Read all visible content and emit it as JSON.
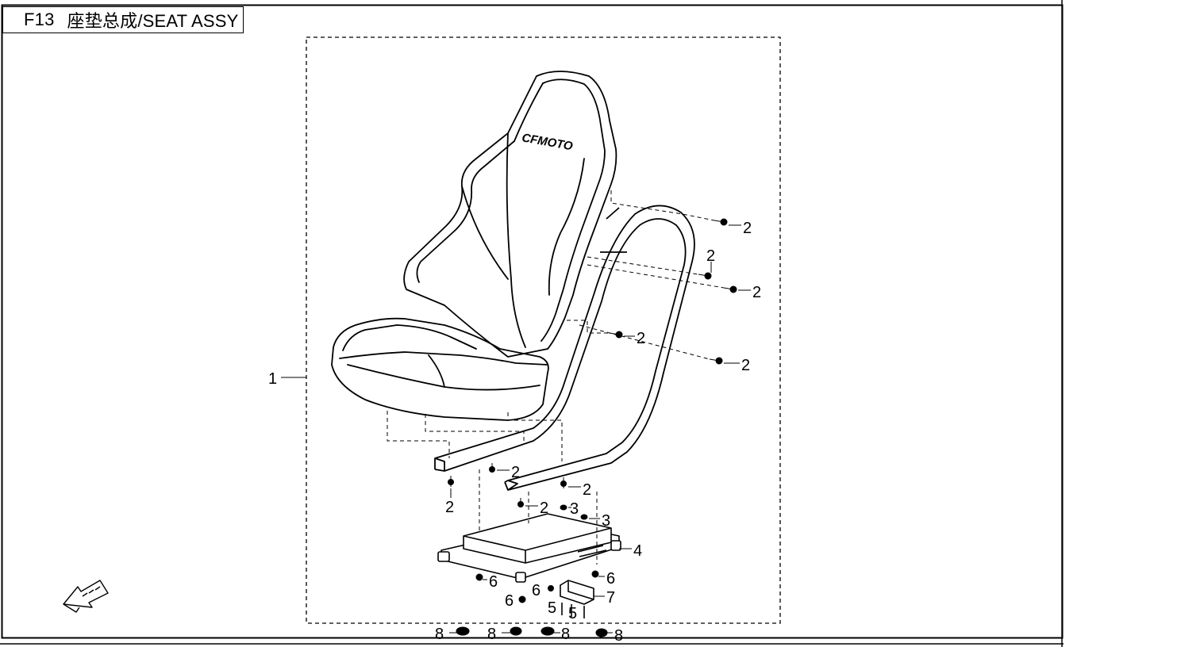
{
  "title": {
    "code": "F13",
    "name": "座垫总成/SEAT ASSY"
  },
  "callouts": {
    "seat": "1",
    "screw_a": "2",
    "screw_b": "2",
    "screw_c": "2",
    "screw_d": "2",
    "screw_e": "2",
    "screw_f": "2",
    "screw_g": "2",
    "screw_h": "2",
    "screw_i": "2",
    "nut_a": "3",
    "nut_b": "3",
    "plate": "4",
    "bolt_a": "5",
    "bolt_b": "5",
    "washer_a": "6",
    "washer_b": "6",
    "washer_c": "6",
    "washer_d": "6",
    "bracket": "7",
    "grommet_a": "8",
    "grommet_b": "8",
    "grommet_c": "8",
    "grommet_d": "8"
  },
  "brand_text": "CFMOTO",
  "icons": {
    "direction": "front-arrow-icon"
  },
  "colors": {
    "line": "#000000",
    "background": "#ffffff"
  }
}
